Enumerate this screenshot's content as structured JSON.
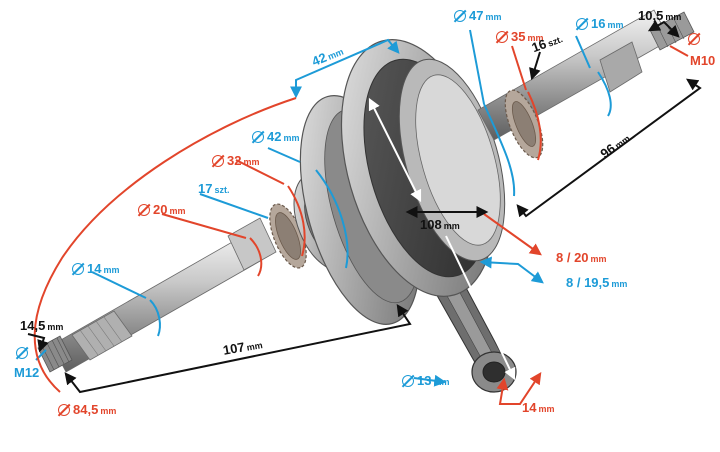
{
  "colors": {
    "blue": "#1d9bd7",
    "red": "#e2452b",
    "black": "#111111",
    "steel": "#9a9a9a"
  },
  "labels": {
    "d47": {
      "value": "47",
      "unit": "mm"
    },
    "d35": {
      "value": "35",
      "unit": "mm"
    },
    "t16": {
      "value": "16",
      "unit": "szt."
    },
    "d16": {
      "value": "16",
      "unit": "mm"
    },
    "l10_5": {
      "value": "10,5",
      "unit": "mm"
    },
    "m10": {
      "value": "M10"
    },
    "w42": {
      "value": "42",
      "unit": "mm"
    },
    "l96": {
      "value": "96",
      "unit": "mm"
    },
    "d42": {
      "value": "42",
      "unit": "mm"
    },
    "d32": {
      "value": "32",
      "unit": "mm"
    },
    "t17": {
      "value": "17",
      "unit": "szt."
    },
    "d20": {
      "value": "20",
      "unit": "mm"
    },
    "l108": {
      "value": "108",
      "unit": "mm"
    },
    "r8_20": {
      "value": "8 / 20",
      "unit": "mm"
    },
    "r8_195": {
      "value": "8 / 19,5",
      "unit": "mm"
    },
    "d14": {
      "value": "14",
      "unit": "mm"
    },
    "l14_5": {
      "value": "14,5",
      "unit": "mm"
    },
    "m12": {
      "value": "M12"
    },
    "l107": {
      "value": "107",
      "unit": "mm"
    },
    "d13": {
      "value": "13",
      "unit": "mm"
    },
    "l14": {
      "value": "14",
      "unit": "mm"
    },
    "l84_5": {
      "value": "84,5",
      "unit": "mm"
    }
  }
}
